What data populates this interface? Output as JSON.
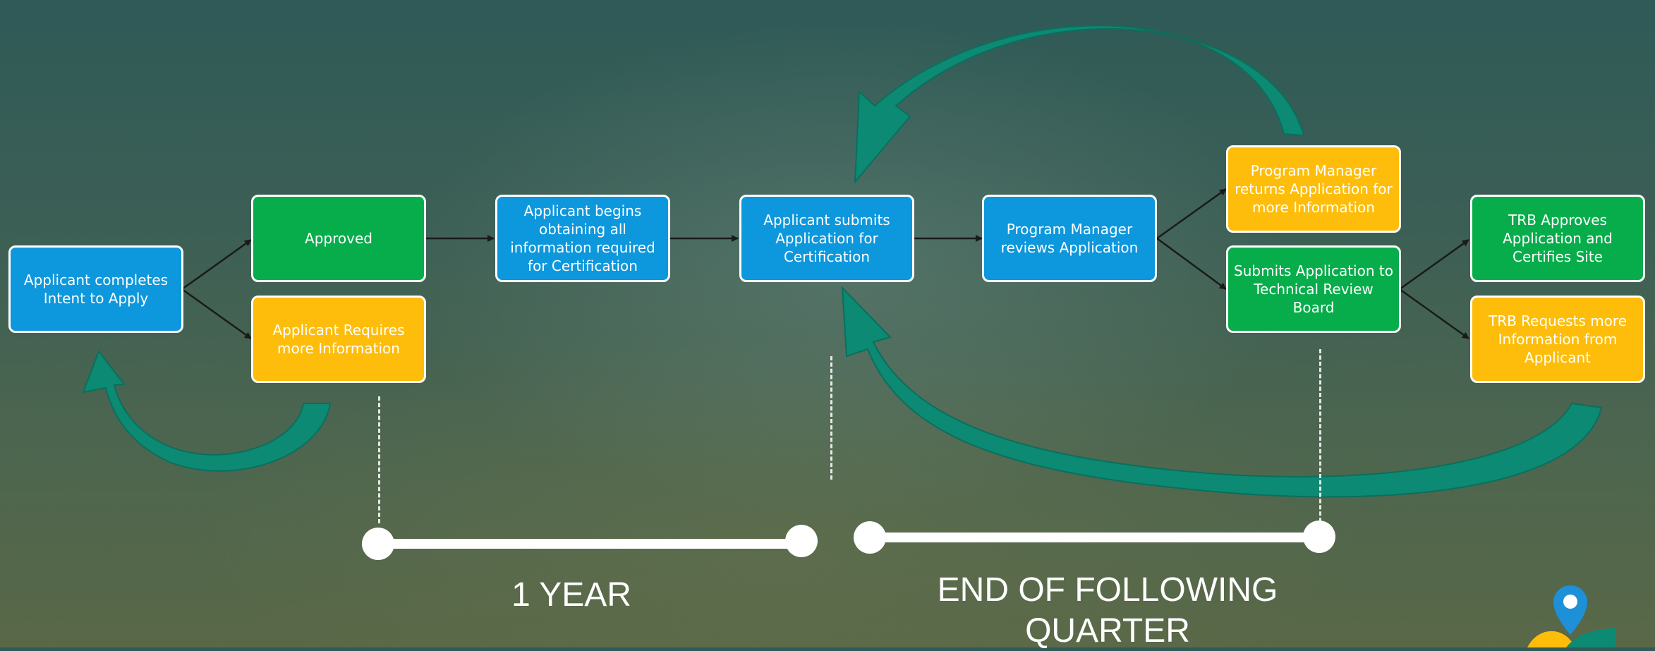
{
  "colors": {
    "blue": "#0d97dc",
    "green": "#07ad4a",
    "yellow": "#fdbd0a",
    "arrow_teal": "#0c8a73"
  },
  "nodes": {
    "intent": "Applicant completes Intent to Apply",
    "approved": "Approved",
    "requires_info": "Applicant Requires more Information",
    "begins": "Applicant begins obtaining all information required for Certification",
    "submits": "Applicant submits Application for Certification",
    "pm_reviews": "Program Manager reviews Application",
    "pm_returns": "Program Manager returns Application for more Information",
    "to_trb": "Submits Application to Technical Review Board",
    "trb_approves": "TRB Approves Application and Certifies Site",
    "trb_requests": "TRB Requests more Information from Applicant"
  },
  "timeline": {
    "label_1": "1 YEAR",
    "label_2": "END OF FOLLOWING QUARTER"
  },
  "icons": {
    "logo": "location-pin-logo-icon"
  }
}
